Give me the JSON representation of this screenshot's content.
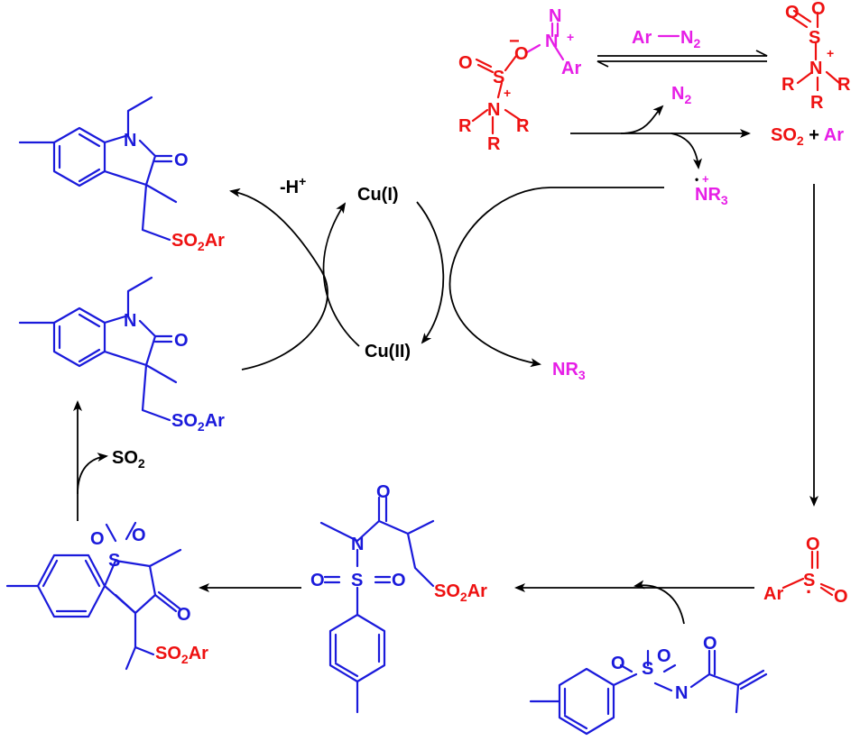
{
  "colors": {
    "product": "#1a1adb",
    "sulfonyl": "#ee1111",
    "diazo": "#e61ee6",
    "arrow": "#000000"
  },
  "labels": {
    "n": "N",
    "o": "O",
    "s": "S",
    "r": "R",
    "ar": "Ar",
    "ar_n2": "Ar",
    "n2_reagent": "N",
    "so2ar": "SO",
    "so2ar_sub": "2",
    "so2ar_tail": "Ar",
    "plus": "+",
    "minus": "−",
    "n2_out": "N",
    "n2_out_sub": "2",
    "so2_ar_left": "SO",
    "so2_ar_sub": "2",
    "so2_ar_plus": " + ",
    "so2_ar_right": "Ar",
    "nr3_rad": "NR",
    "nr3_rad_sub": "3",
    "nr3": "NR",
    "nr3_sub": "3",
    "cu1": "Cu(I)",
    "cu2": "Cu(II)",
    "minus_h": "-H",
    "minus_h_sup": "+",
    "so2_loss": "SO",
    "so2_loss_sub": "2",
    "radical_dot": "·",
    "rad_dots": "•"
  }
}
